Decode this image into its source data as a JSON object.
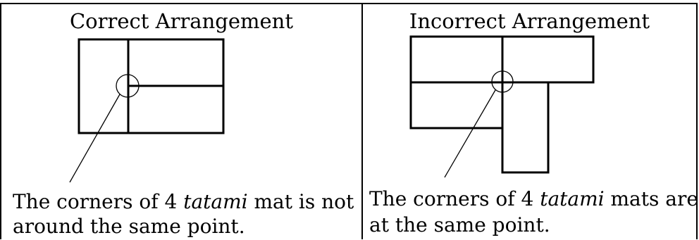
{
  "left_panel": {
    "title": "Correct Arrangement",
    "caption_line1_pre": "The corners of 4 ",
    "caption_line1_em": "tatami",
    "caption_line1_post": " mat is not",
    "caption_line2": "around the same point."
  },
  "right_panel": {
    "title": "Incorrect Arrangement",
    "caption_line1_pre": "The corners of 4 ",
    "caption_line1_em": "tatami",
    "caption_line1_post": " mats are",
    "caption_line2": "at the same point."
  },
  "colors": {
    "line": "#000000",
    "background": "#ffffff"
  }
}
